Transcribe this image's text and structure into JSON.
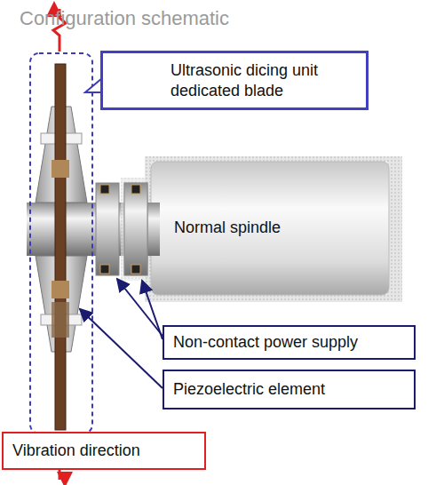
{
  "diagram": {
    "title": "Configuration schematic",
    "nodes": [
      {
        "text": [
          "Ultrasonic dicing unit dedicated blade"
        ]
      },
      {
        "text": [
          "Non-contact power supply"
        ]
      },
      {
        "text": [
          "Piezoelectric element"
        ]
      },
      {
        "text": [
          "Vibration direction"
        ]
      }
    ],
    "labels": [
      "Normal spindle"
    ]
  }
}
